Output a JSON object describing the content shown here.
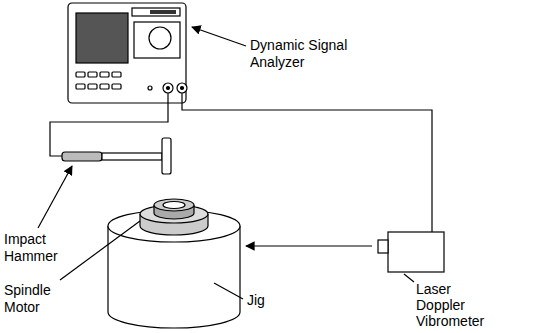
{
  "diagram": {
    "labels": [
      "Dynamic Signal Analyzer",
      "Impact Hammer",
      "Spindle Motor",
      "Jig",
      "Laser Doppler Vibrometer"
    ]
  }
}
